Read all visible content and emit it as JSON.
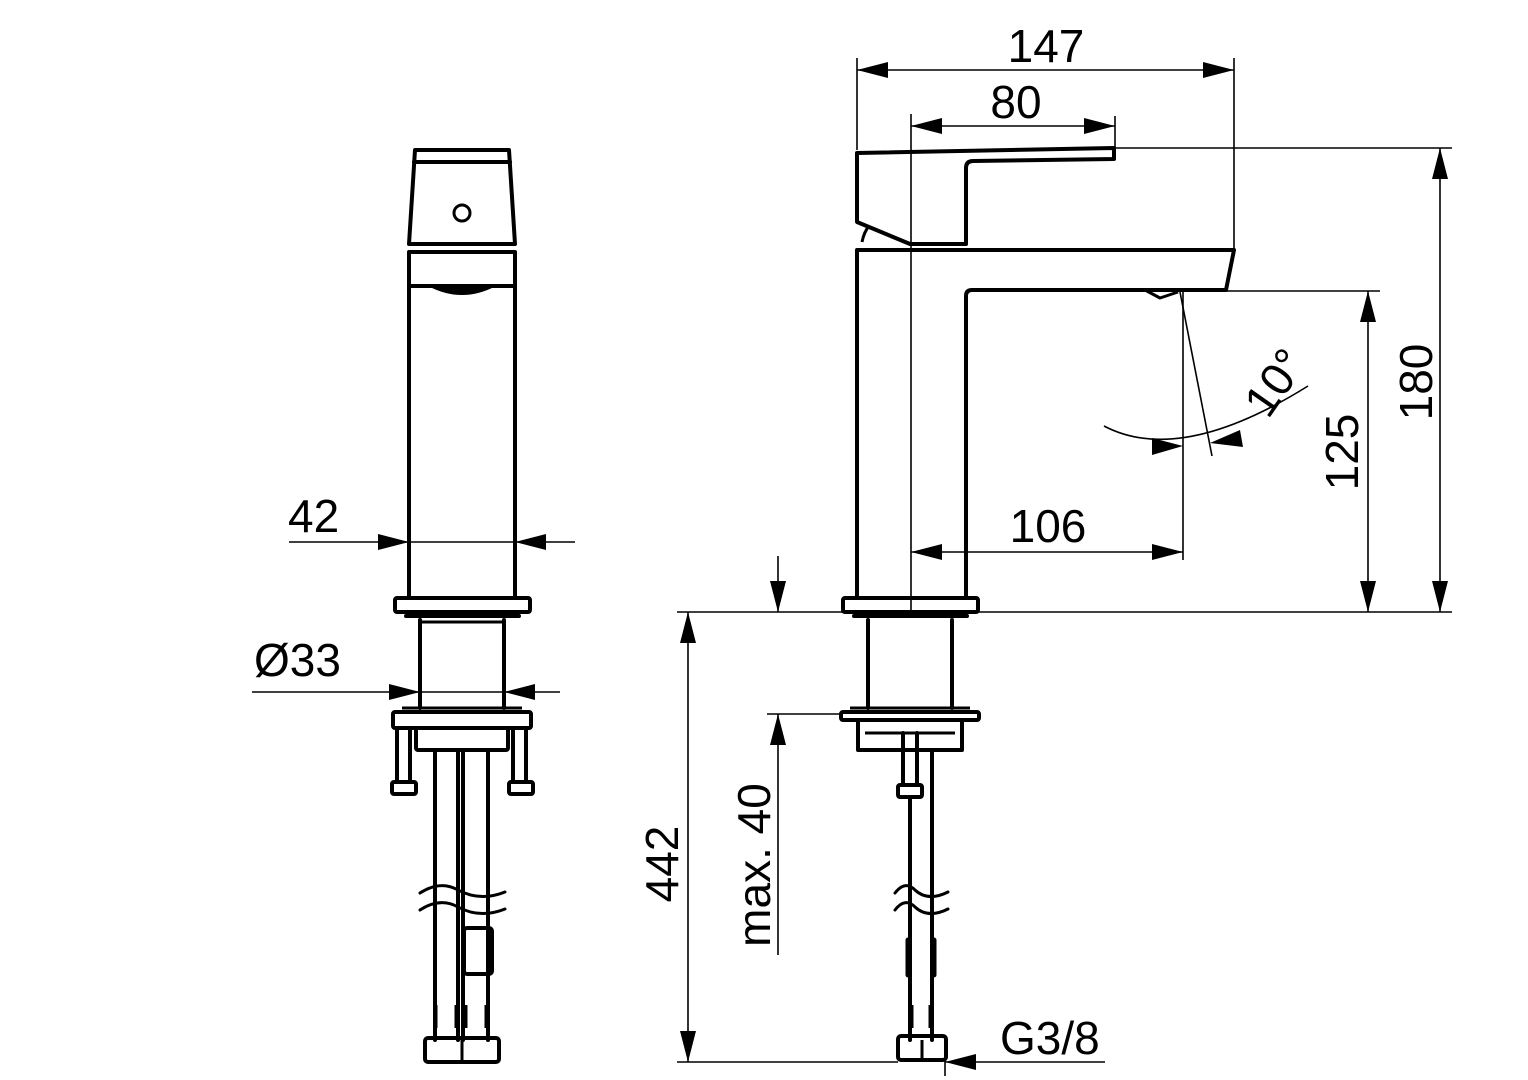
{
  "drawing": {
    "title": "Single-lever basin mixer technical drawing",
    "views": [
      "side-view",
      "front-view"
    ],
    "units": "mm",
    "line_color": "#000000",
    "background": "#ffffff"
  },
  "dimensions": {
    "body_width": "42",
    "base_diameter": "Ø33",
    "overall_length": "147",
    "lever_length": "80",
    "spout_projection": "106",
    "spout_height": "125",
    "overall_height": "180",
    "angle": "10°",
    "hose_length": "442",
    "max_deck_thickness": "max. 40",
    "connection_thread": "G3/8"
  }
}
